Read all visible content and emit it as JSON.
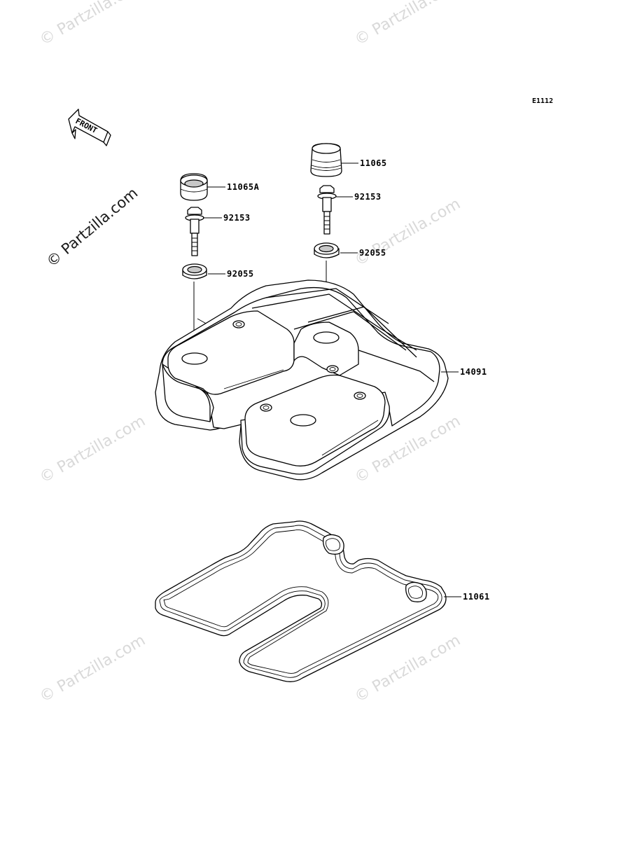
{
  "diagram": {
    "code": "E1112",
    "front_label": "FRONT",
    "watermark": "© Partzilla.com",
    "main_watermark": "© Partzilla.com",
    "parts": [
      {
        "id": "plug-left",
        "number": "11065A"
      },
      {
        "id": "plug-right",
        "number": "11065"
      },
      {
        "id": "bolt-left",
        "number": "92153"
      },
      {
        "id": "bolt-right",
        "number": "92153"
      },
      {
        "id": "washer-left",
        "number": "92055"
      },
      {
        "id": "washer-right",
        "number": "92055"
      },
      {
        "id": "cylinder-head-cover",
        "number": "14091"
      },
      {
        "id": "gasket",
        "number": "11061"
      }
    ]
  }
}
